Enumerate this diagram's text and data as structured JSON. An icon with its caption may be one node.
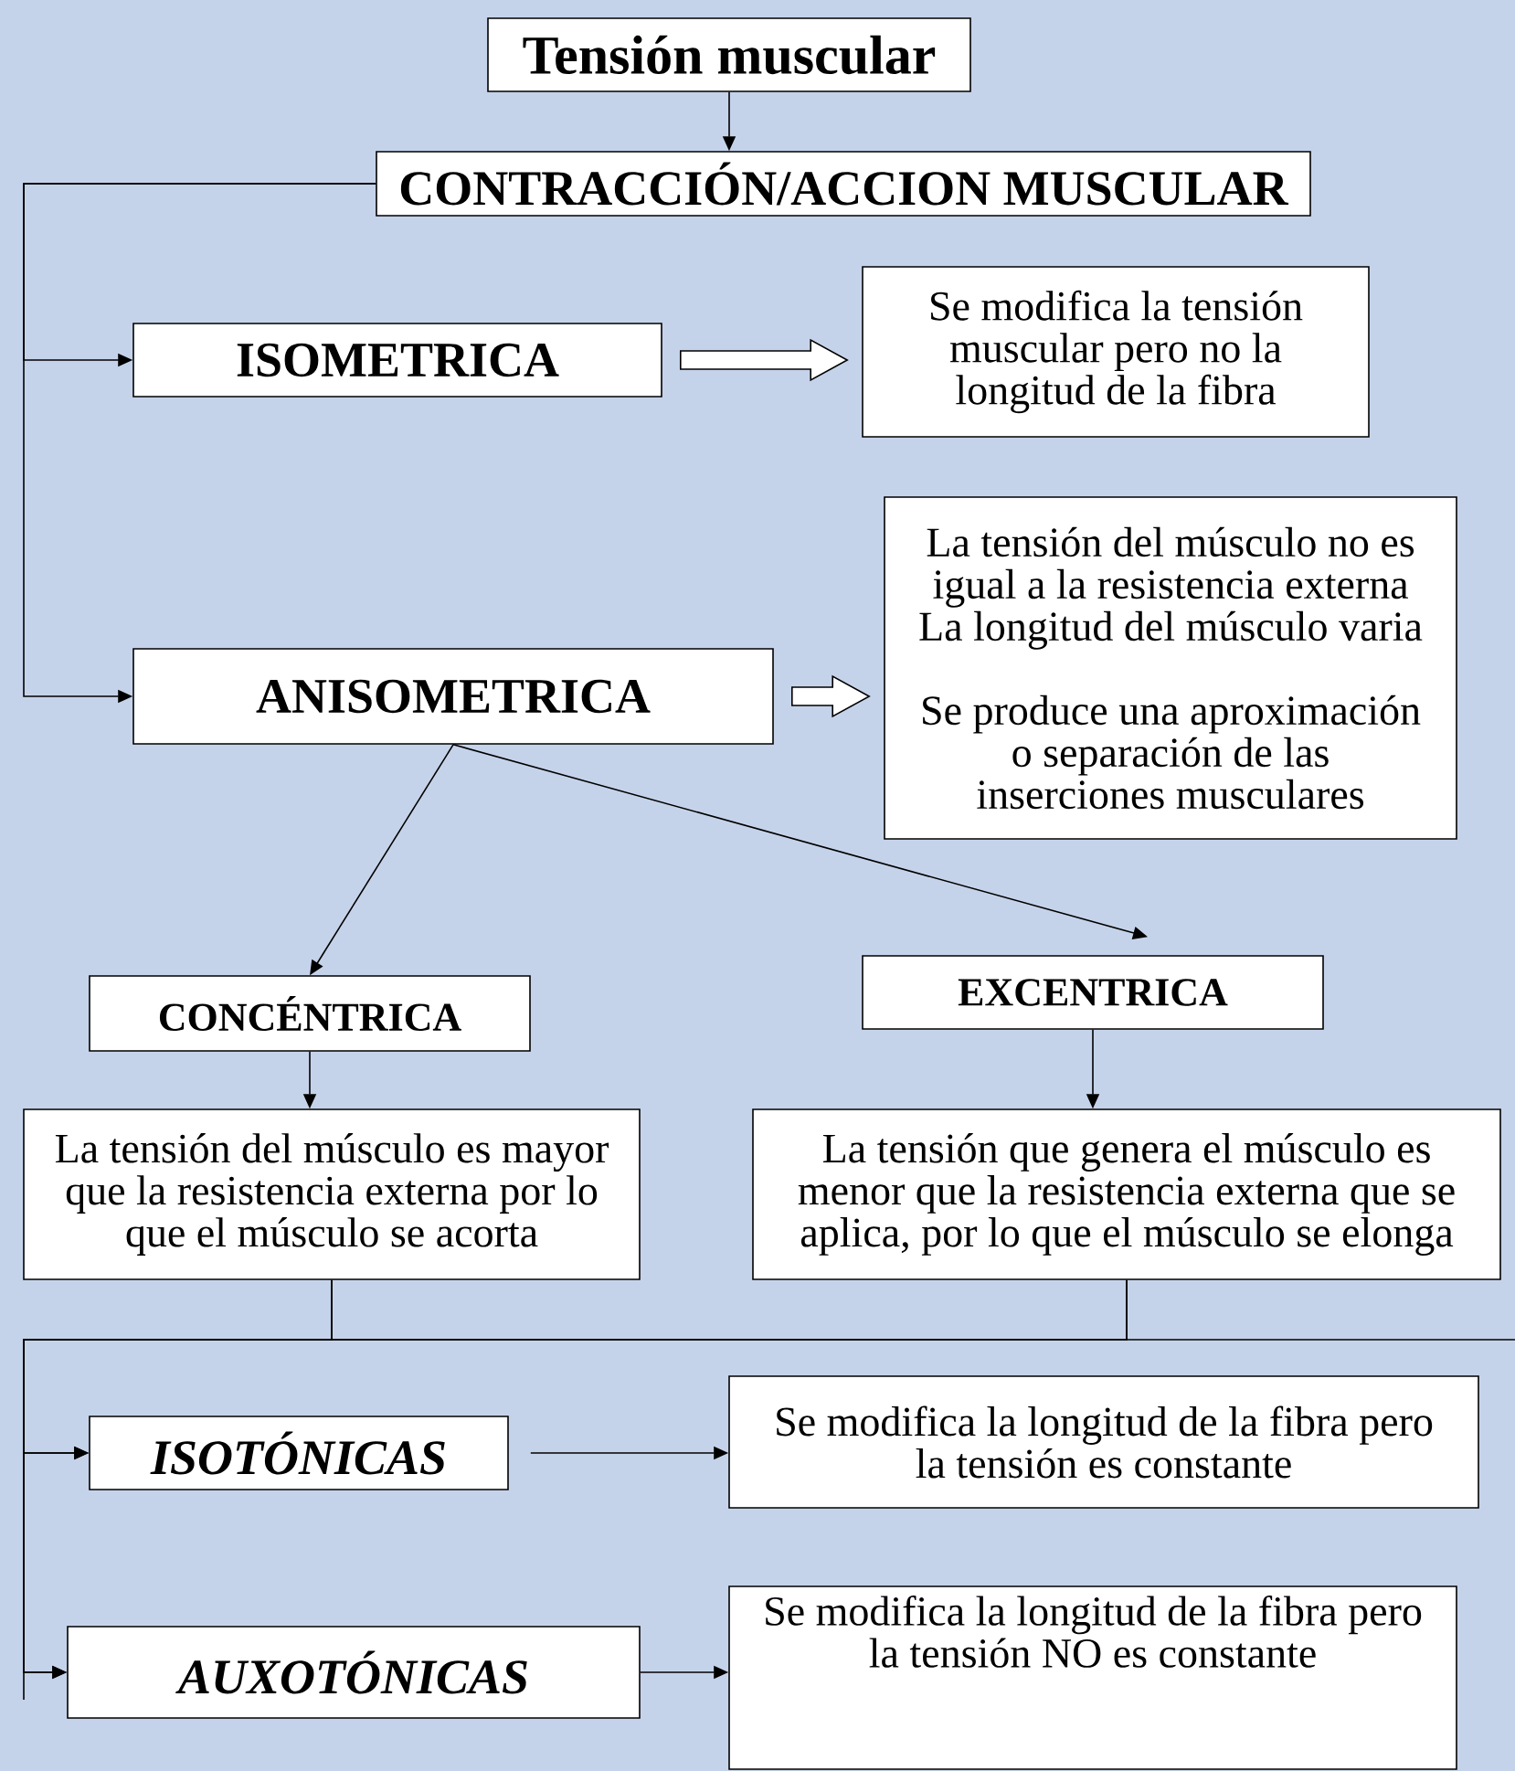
{
  "diagram": {
    "nodes": [
      {
        "text": [
          "Tensión muscular"
        ]
      },
      {
        "text": [
          "CONTRACCIÓN/ACCION MUSCULAR"
        ]
      },
      {
        "text": [
          "ISOMETRICA"
        ]
      },
      {
        "text": [
          "Se modifica la tensión muscular pero no la longitud de la fibra"
        ]
      },
      {
        "text": [
          "ANISOMETRICA"
        ]
      },
      {
        "text": [
          "La tensión del músculo no es igual a la resistencia externa La longitud del músculo varia",
          "Se produce una aproximación o separación de las inserciones musculares"
        ]
      },
      {
        "text": [
          "CONCÉNTRICA"
        ]
      },
      {
        "text": [
          "EXCENTRICA"
        ]
      },
      {
        "text": [
          "La tensión del músculo es mayor que la resistencia externa por lo que el músculo se acorta"
        ]
      },
      {
        "text": [
          "La tensión que genera el músculo es menor que la resistencia externa que se aplica, por lo que el músculo se elonga"
        ]
      },
      {
        "text": [
          "ISOTÓNICAS"
        ]
      },
      {
        "text": [
          "Se modifica la longitud de la fibra pero la tensión es constante"
        ]
      },
      {
        "text": [
          "AUXOTÓNICAS"
        ]
      },
      {
        "text": [
          "Se modifica la longitud de la fibra pero la tensión  NO es constante"
        ]
      }
    ],
    "edges": [
      {
        "from": 0,
        "to": 1,
        "arrow": "to"
      },
      {
        "from": 1,
        "to": 2,
        "arrow": "to"
      },
      {
        "from": 1,
        "to": 4,
        "arrow": "to"
      },
      {
        "from": 2,
        "to": 3,
        "arrow": "to",
        "style": "thick"
      },
      {
        "from": 4,
        "to": 5,
        "arrow": "to",
        "style": "thick"
      },
      {
        "from": 4,
        "to": 6,
        "arrow": "to"
      },
      {
        "from": 4,
        "to": 7,
        "arrow": "to"
      },
      {
        "from": 6,
        "to": 8,
        "arrow": "to"
      },
      {
        "from": 7,
        "to": 9,
        "arrow": "to"
      },
      {
        "from": 8,
        "to": 10,
        "arrow": "to"
      },
      {
        "from": 8,
        "to": 12,
        "arrow": "to"
      },
      {
        "from": 9,
        "to": 10,
        "arrow": "to"
      },
      {
        "from": 9,
        "to": 12,
        "arrow": "to"
      },
      {
        "from": 10,
        "to": 11,
        "arrow": "to"
      },
      {
        "from": 12,
        "to": 13,
        "arrow": "to"
      }
    ]
  }
}
